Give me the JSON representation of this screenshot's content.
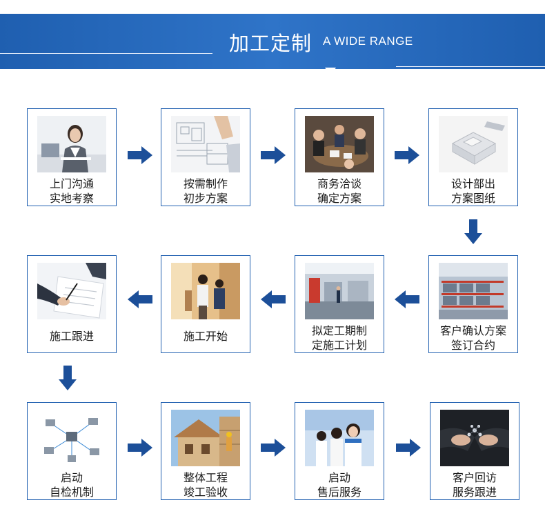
{
  "header": {
    "title_cn": "加工定制",
    "title_en": "A WIDE RANGE"
  },
  "steps": [
    {
      "lines": [
        "上门沟通",
        "实地考察"
      ],
      "image": "customer-service-photo"
    },
    {
      "lines": [
        "按需制作",
        "初步方案"
      ],
      "image": "blueprint-photo"
    },
    {
      "lines": [
        "商务洽谈",
        "确定方案"
      ],
      "image": "business-meeting-photo"
    },
    {
      "lines": [
        "设计部出",
        "方案图纸"
      ],
      "image": "3d-model-photo"
    },
    {
      "lines": [
        "客户确认方案",
        "签订合约"
      ],
      "image": "warehouse-photo"
    },
    {
      "lines": [
        "拟定工期制",
        "定施工计划"
      ],
      "image": "factory-floor-photo"
    },
    {
      "lines": [
        "施工开始"
      ],
      "image": "construction-interior-photo"
    },
    {
      "lines": [
        "施工跟进"
      ],
      "image": "signing-contract-photo"
    },
    {
      "lines": [
        "启动",
        "自检机制"
      ],
      "image": "network-diagram-photo"
    },
    {
      "lines": [
        "整体工程",
        "竣工验收"
      ],
      "image": "house-construction-photo"
    },
    {
      "lines": [
        "启动",
        "售后服务"
      ],
      "image": "support-team-photo"
    },
    {
      "lines": [
        "客户回访",
        "服务跟进"
      ],
      "image": "hands-network-photo"
    }
  ],
  "colors": {
    "banner": "#2f74c8",
    "border": "#1f5fb0",
    "arrow": "#1c4f99"
  }
}
